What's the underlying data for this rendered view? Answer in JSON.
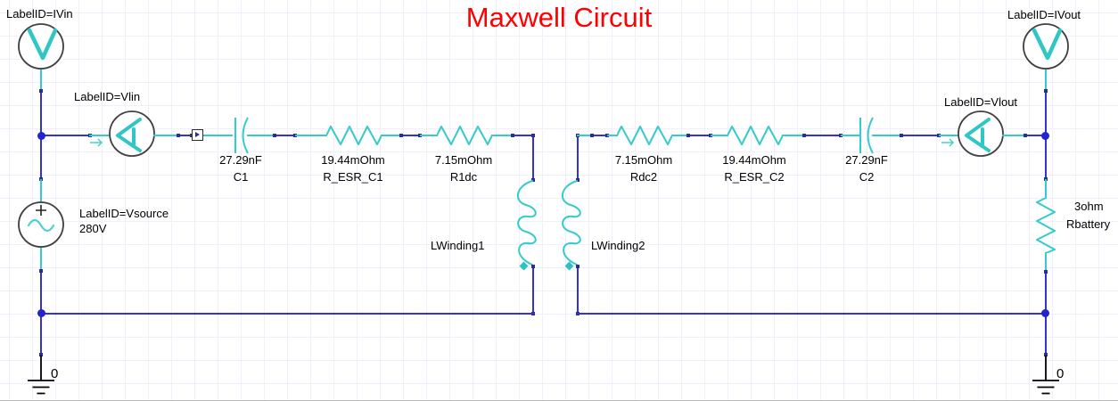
{
  "title": "Maxwell Circuit",
  "colors": {
    "title_red": "#ff0000",
    "wire_blue": "#3433cf",
    "component_teal": "#33cbcb",
    "meter_outline_gray": "#3f3f3f",
    "text_black": "#000000",
    "grid": "#f1effb"
  },
  "probes": {
    "ivin": {
      "label": "LabelID=IVin",
      "glyph": "V"
    },
    "vlin": {
      "label": "LabelID=Vlin",
      "glyph": "A"
    },
    "ivout": {
      "label": "LabelID=IVout",
      "glyph": "V"
    },
    "vlout": {
      "label": "LabelID=Vlout",
      "glyph": "A"
    }
  },
  "source": {
    "label": "LabelID=Vsource",
    "value": "280V"
  },
  "components": {
    "c1": {
      "value": "27.29nF",
      "name": "C1"
    },
    "r_esr_c1": {
      "value": "19.44mOhm",
      "name": "R_ESR_C1"
    },
    "r1dc": {
      "value": "7.15mOhm",
      "name": "R1dc"
    },
    "lwinding1": {
      "name": "LWinding1"
    },
    "lwinding2": {
      "name": "LWinding2"
    },
    "rdc2": {
      "value": "7.15mOhm",
      "name": "Rdc2"
    },
    "r_esr_c2": {
      "value": "19.44mOhm",
      "name": "R_ESR_C2"
    },
    "c2": {
      "value": "27.29nF",
      "name": "C2"
    },
    "rbattery": {
      "value": "3ohm",
      "name": "Rbattery"
    }
  },
  "grounds": {
    "left_label": "0",
    "right_label": "0"
  }
}
